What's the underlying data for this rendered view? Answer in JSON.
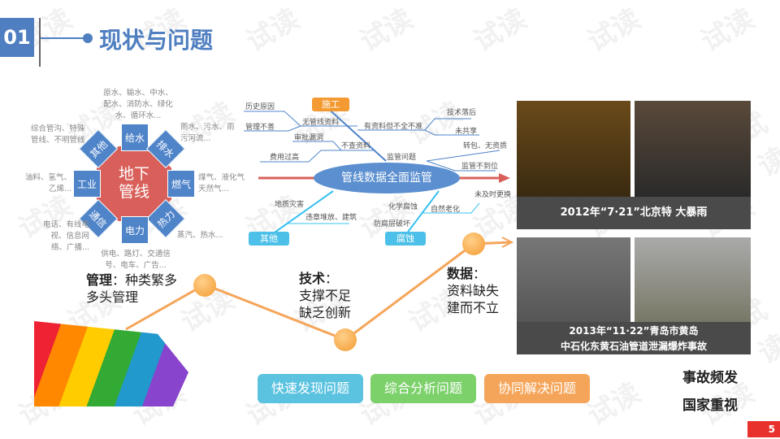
{
  "header": {
    "section_number": "01",
    "title": "现状与问题"
  },
  "watermark": "试读",
  "pipes": {
    "center": "地下\n管线",
    "types": [
      {
        "label": "给水",
        "desc": "原水、输水、中水、配水、消防水、绿化水、循环水..."
      },
      {
        "label": "排水",
        "desc": "雨水、污水、雨污河流..."
      },
      {
        "label": "燃气",
        "desc": "煤气、液化气天然气..."
      },
      {
        "label": "热力",
        "desc": "蒸汽、热水..."
      },
      {
        "label": "电力",
        "desc": "供电、路灯、交通信号、电车、广告..."
      },
      {
        "label": "通信",
        "desc": "电话、有线电视、信息网络、广播..."
      },
      {
        "label": "工业",
        "desc": "油料、氢气、乙烯..."
      },
      {
        "label": "其他",
        "desc": "综合管沟、特殊管线、不明管线"
      }
    ]
  },
  "fishbone": {
    "head": "管线数据全面监管",
    "tags": {
      "construction": "施工",
      "other": "其他",
      "corrosion": "腐蚀"
    },
    "labels": [
      "历史原因",
      "管理不善",
      "无管线资料",
      "有资料但不全不准",
      "技术落后",
      "未共享",
      "审批漏洞",
      "不查资料",
      "费用过高",
      "监管问题",
      "转包、无资质",
      "监管不到位",
      "地质灾害",
      "违章堆放、建筑",
      "化学腐蚀",
      "防腐层破坏",
      "自然老化",
      "未及时更换"
    ]
  },
  "issues": [
    {
      "bold": "管理",
      "rest": "：种类繁多\n多头管理"
    },
    {
      "bold": "技术",
      "rest": "：\n支撑不足\n缺乏创新"
    },
    {
      "bold": "数据",
      "rest": "：\n资料缺失\n建而不立"
    }
  ],
  "actions": [
    "快速发现问题",
    "综合分析问题",
    "协同解决问题"
  ],
  "colors": {
    "blue": "#4f7fc0",
    "red": "#d9605a",
    "cyan": "#5bc3e0",
    "green": "#7cd16b",
    "orange": "#f5a55a"
  },
  "photos": {
    "caption1": "2012年“7·21”北京特 大暴雨",
    "caption2_line1": "2013年“11·22”青岛市黄岛",
    "caption2_line2": "中石化东黄石油管道泄漏爆炸事故"
  },
  "conclusion": [
    "事故频发",
    "国家重视"
  ],
  "page_number": "5"
}
